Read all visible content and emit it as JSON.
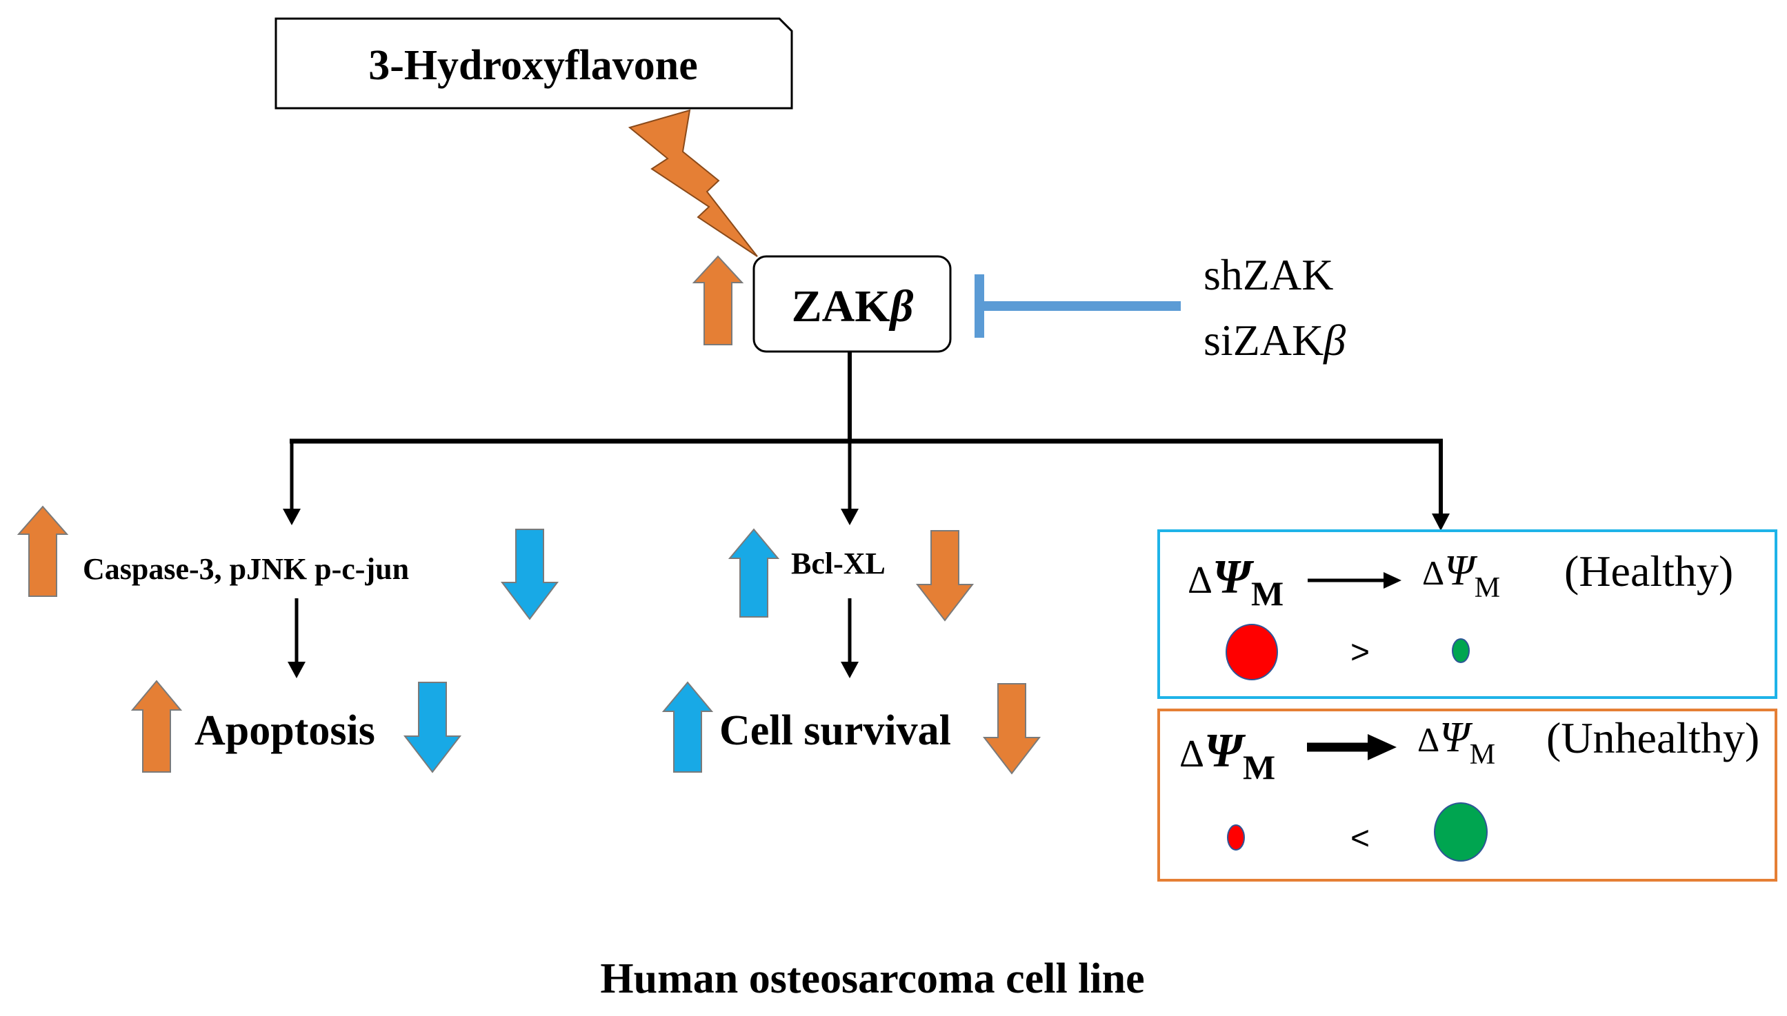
{
  "compound": {
    "label": "3-Hydroxyflavone"
  },
  "target": {
    "name": "ZAK",
    "symbol": "β"
  },
  "inhibitors": {
    "line1": "shZAK",
    "line2_name": "siZAK",
    "line2_symbol": "β"
  },
  "branches": {
    "left": {
      "markers": "Caspase-3, pJNK p-c-jun",
      "outcome": "Apoptosis"
    },
    "middle": {
      "markers": "Bcl-XL",
      "outcome": "Cell survival"
    }
  },
  "membrane_potential": {
    "delta": "Δ",
    "psi": "Ψ",
    "sub": "M",
    "healthy": {
      "label": "(Healthy)",
      "comparator": ">"
    },
    "unhealthy": {
      "label": "(Unhealthy)",
      "comparator": "<"
    }
  },
  "footer": {
    "caption": "Human osteosarcoma cell line"
  },
  "colors": {
    "orange": "#E57F35",
    "blue": "#18A9E6",
    "inhibit_blue": "#5B9BD5",
    "healthy_border": "#1EB3E8",
    "unhealthy_border": "#E57F35",
    "red_dot": "#FF0000",
    "green_dot": "#00A550"
  }
}
